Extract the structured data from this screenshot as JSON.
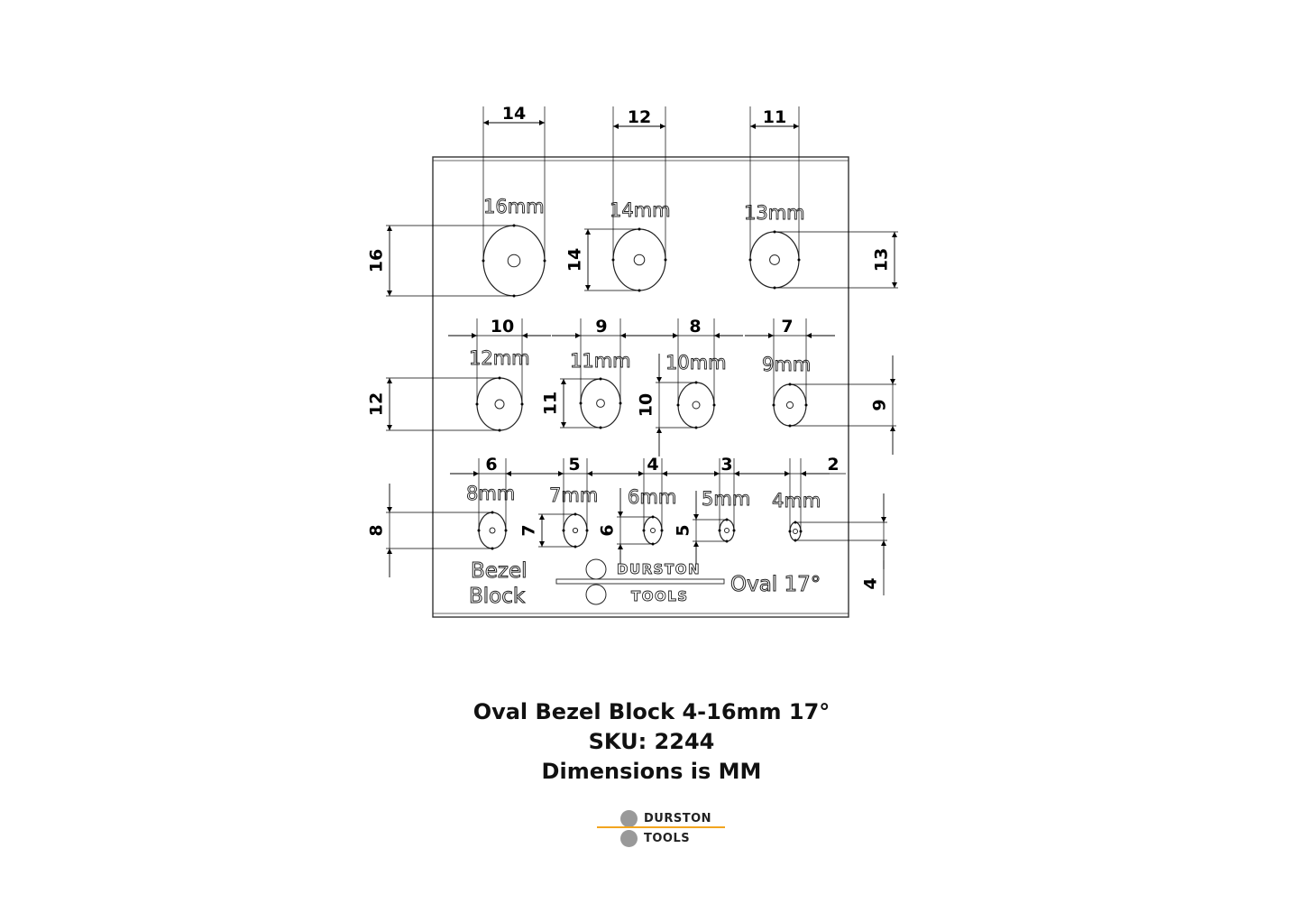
{
  "block": {
    "label_line1": "Bezel",
    "label_line2": "Block",
    "angle_label": "Oval 17°",
    "brand_line1": "DURSTON",
    "brand_line2": "TOOLS"
  },
  "holes": [
    {
      "size_label": "16mm",
      "width_dim": "14",
      "height_dim": "16"
    },
    {
      "size_label": "14mm",
      "width_dim": "12",
      "height_dim": "14"
    },
    {
      "size_label": "13mm",
      "width_dim": "11",
      "height_dim": "13"
    },
    {
      "size_label": "12mm",
      "width_dim": "10",
      "height_dim": "12"
    },
    {
      "size_label": "11mm",
      "width_dim": "9",
      "height_dim": "11"
    },
    {
      "size_label": "10mm",
      "width_dim": "8",
      "height_dim": "10"
    },
    {
      "size_label": "9mm",
      "width_dim": "7",
      "height_dim": "9"
    },
    {
      "size_label": "8mm",
      "width_dim": "6",
      "height_dim": "8"
    },
    {
      "size_label": "7mm",
      "width_dim": "5",
      "height_dim": "7"
    },
    {
      "size_label": "6mm",
      "width_dim": "4",
      "height_dim": "6"
    },
    {
      "size_label": "5mm",
      "width_dim": "3",
      "height_dim": "5"
    },
    {
      "size_label": "4mm",
      "width_dim": "2",
      "height_dim": "4"
    }
  ],
  "caption": {
    "title": "Oval Bezel Block 4-16mm 17°",
    "sku": "SKU: 2244",
    "units": "Dimensions is MM"
  },
  "footer_logo": {
    "line1": "DURSTON",
    "line2": "TOOLS",
    "accent_color": "#f2a51f",
    "circle_color": "#999999"
  }
}
